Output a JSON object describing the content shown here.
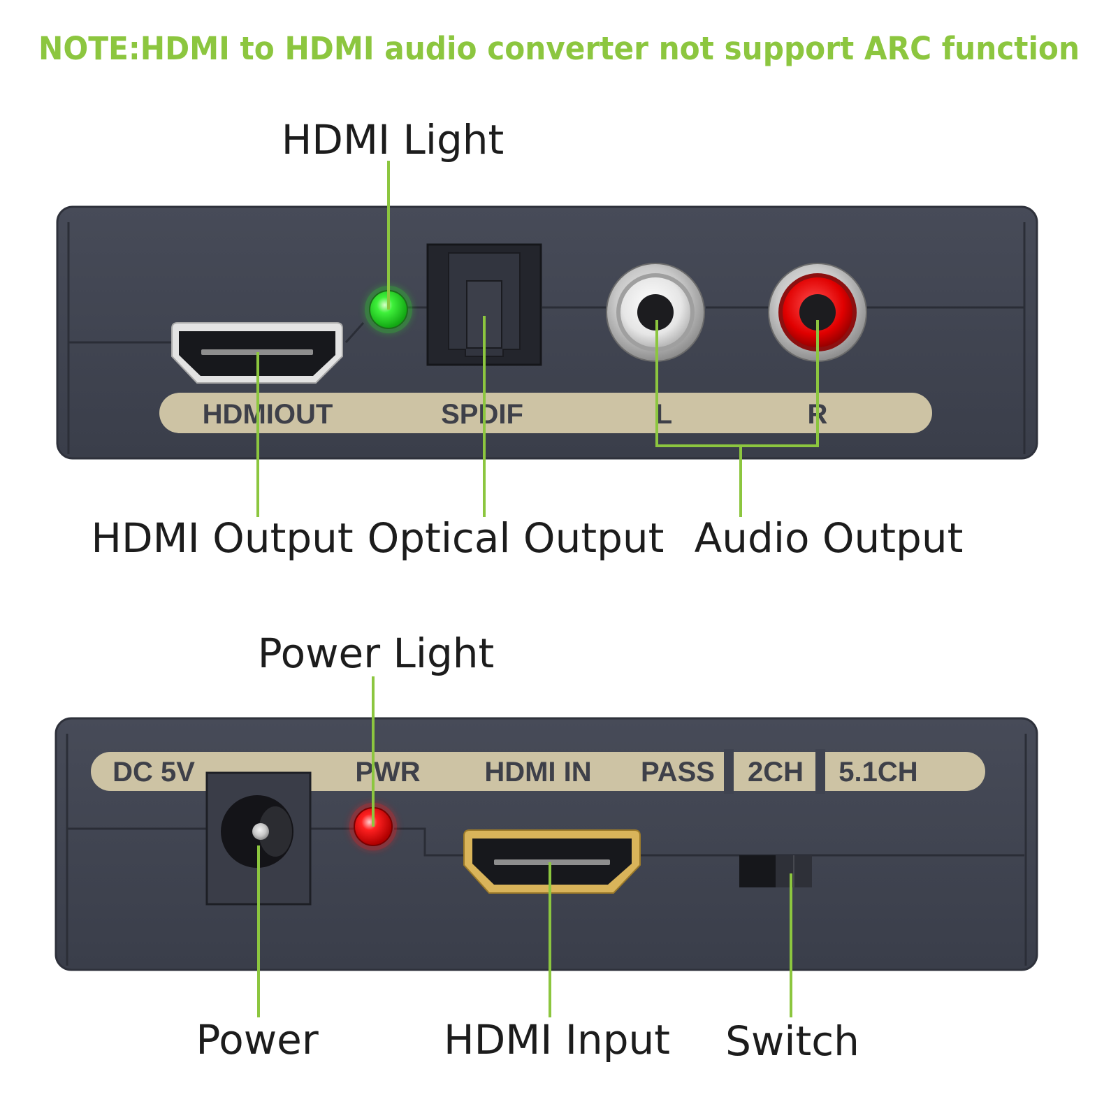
{
  "note": "NOTE:HDMI to HDMI audio converter not support ARC function",
  "colors": {
    "accent_green": "#8cc63f",
    "body": "#3f4350",
    "body_edge": "#2e313b",
    "plate": "#cdc3a4",
    "plate_text": "#3e4049",
    "led_green": "#2ee02a",
    "led_red": "#ff1a1a",
    "callout_text": "#1c1c1c"
  },
  "top_panel": {
    "labels": {
      "hdmi_out": "HDMIOUT",
      "spdif": "SPDIF",
      "left": "L",
      "right": "R"
    },
    "callouts": {
      "hdmi_light": "HDMI Light",
      "hdmi_output": "HDMI Output",
      "optical_output": "Optical Output",
      "audio_output": "Audio Output"
    }
  },
  "bottom_panel": {
    "labels": {
      "dc5v": "DC 5V",
      "pwr": "PWR",
      "hdmi_in": "HDMI IN",
      "pass": "PASS",
      "ch2": "2CH",
      "ch51": "5.1CH"
    },
    "callouts": {
      "power_light": "Power Light",
      "power": "Power",
      "hdmi_input": "HDMI Input",
      "switch": "Switch"
    }
  }
}
